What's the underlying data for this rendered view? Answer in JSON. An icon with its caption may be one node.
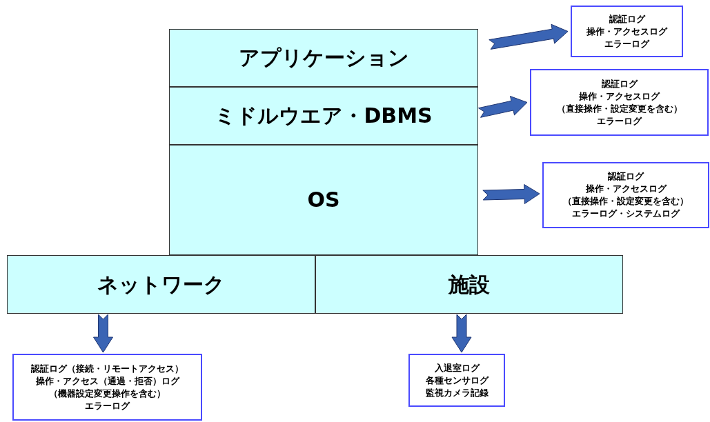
{
  "diagram": {
    "nodes": [
      {
        "text": [
          "アプリケーション"
        ]
      },
      {
        "text": [
          "ミドルウエア・DBMS"
        ]
      },
      {
        "text": [
          "OS"
        ]
      },
      {
        "text": [
          "ネットワーク"
        ]
      },
      {
        "text": [
          "施設"
        ]
      },
      {
        "text": [
          "認証ログ",
          "操作・アクセスログ",
          "エラーログ"
        ]
      },
      {
        "text": [
          "認証ログ",
          "操作・アクセスログ",
          "（直接操作・設定変更を含む）",
          "エラーログ"
        ]
      },
      {
        "text": [
          "認証ログ",
          "操作・アクセスログ",
          "（直接操作・設定変更を含む）",
          "エラーログ・システムログ"
        ]
      },
      {
        "text": [
          "認証ログ（接続・リモートアクセス）",
          "操作・アクセス（通過・拒否）ログ",
          "（機器設定変更操作を含む）",
          "エラーログ"
        ]
      },
      {
        "text": [
          "入退室ログ",
          "各種センサログ",
          "監視カメラ記録"
        ]
      }
    ],
    "edges": [
      {
        "from": 0,
        "to": 5,
        "arrow": "to"
      },
      {
        "from": 1,
        "to": 6,
        "arrow": "to"
      },
      {
        "from": 2,
        "to": 7,
        "arrow": "to"
      },
      {
        "from": 3,
        "to": 8,
        "arrow": "to"
      },
      {
        "from": 4,
        "to": 9,
        "arrow": "to"
      }
    ]
  }
}
